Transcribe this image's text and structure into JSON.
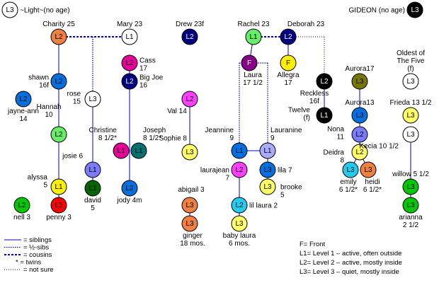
{
  "colors": {
    "white": "#ffffff",
    "orange": "#f08040",
    "magenta": "#e8009a",
    "navy": "#000080",
    "black": "#000000",
    "green": "#00c800",
    "blue": "#0070e0",
    "lime": "#66ee66",
    "yellow": "#ffee00",
    "purple": "#880088",
    "pink": "#ff40ff",
    "lavender": "#aaaaff",
    "lightyellow": "#ffff66",
    "red": "#ff0000",
    "darkgreen": "#006600",
    "teal": "#007070",
    "cyan": "#22ccee",
    "olive": "#777700",
    "lightblue": "#44a8ff",
    "periwinkle": "#7b7bff"
  },
  "nodes": [
    {
      "id": "light",
      "code": "L3",
      "color": "white",
      "text_color": "#000000",
      "label": "~Light~(no age)"
    },
    {
      "id": "gideon",
      "code": "L3",
      "color": "black",
      "text_color": "#ffffff",
      "label": "GIDEON (no age)"
    },
    {
      "id": "charity",
      "code": "L2",
      "color": "orange",
      "text_color": "#000000",
      "label": "Charity 25"
    },
    {
      "id": "mary",
      "code": "L1",
      "color": "white",
      "text_color": "#000000",
      "label": "Mary 23"
    },
    {
      "id": "drew",
      "code": "L2",
      "color": "navy",
      "text_color": "#ffffff",
      "label": "Drew 23f"
    },
    {
      "id": "rachel",
      "code": "L1",
      "color": "lime",
      "text_color": "#000000",
      "label": "Rachel 23"
    },
    {
      "id": "deborah",
      "code": "L2",
      "color": "navy",
      "text_color": "#ffffff",
      "label": "Deborah 23"
    },
    {
      "id": "cass",
      "code": "L2",
      "color": "magenta",
      "text_color": "#000000",
      "label": "Cass",
      "label2": "17"
    },
    {
      "id": "bigjoe",
      "code": "L2",
      "color": "navy",
      "text_color": "#ffffff",
      "label": "Big Joe",
      "label2": "16"
    },
    {
      "id": "shawn",
      "code": "L2",
      "color": "blue",
      "text_color": "#000000",
      "label": "shawn",
      "label2": "16f"
    },
    {
      "id": "jayneann",
      "code": "L2",
      "color": "blue",
      "text_color": "#000000",
      "label": "jayne-ann",
      "label2": "14"
    },
    {
      "id": "rose",
      "code": "L3",
      "color": "white",
      "text_color": "#000000",
      "label": "rose",
      "label2": "15"
    },
    {
      "id": "hannah",
      "code": "L2",
      "color": "lime",
      "text_color": "#000000",
      "label": "Hannah",
      "label2": "10"
    },
    {
      "id": "christine",
      "code": "L1",
      "color": "magenta",
      "text_color": "#000000",
      "label": "Christine",
      "label2": "8 1/2*"
    },
    {
      "id": "joseph",
      "code": "L1",
      "color": "teal",
      "text_color": "#000000",
      "label": "Joseph",
      "label2": "8 1/2*"
    },
    {
      "id": "josie",
      "code": "L1",
      "color": "periwinkle",
      "text_color": "#000000",
      "label": "josie 6"
    },
    {
      "id": "david",
      "code": "L1",
      "color": "darkgreen",
      "text_color": "#000000",
      "label": "david",
      "label2": "5"
    },
    {
      "id": "jody",
      "code": "L2",
      "color": "blue",
      "text_color": "#000000",
      "label": "jody 4m"
    },
    {
      "id": "alyssa",
      "code": "L1",
      "color": "yellow",
      "text_color": "#000000",
      "label": "alyssa",
      "label2": "5"
    },
    {
      "id": "nell",
      "code": "L2",
      "color": "green",
      "text_color": "#000000",
      "label": "nell 3"
    },
    {
      "id": "penny",
      "code": "L3",
      "color": "red",
      "text_color": "#000000",
      "label": "penny 3"
    },
    {
      "id": "laura",
      "code": "F",
      "color": "purple",
      "text_color": "#ffffff",
      "label": "Laura",
      "label2": "17 1/2"
    },
    {
      "id": "allegra",
      "code": "F",
      "color": "yellow",
      "text_color": "#000000",
      "label": "Allegra",
      "label2": "17"
    },
    {
      "id": "val",
      "code": "L2",
      "color": "pink",
      "text_color": "#000000",
      "label": "Val 14"
    },
    {
      "id": "sophie",
      "code": "L3",
      "color": "lightyellow",
      "text_color": "#000000",
      "label": "Sophie 8"
    },
    {
      "id": "jeannine",
      "code": "L1",
      "color": "blue",
      "text_color": "#000000",
      "label": "Jeannine",
      "label2": "9"
    },
    {
      "id": "lauranine",
      "code": "L1",
      "color": "lavender",
      "text_color": "#000000",
      "label": "Lauranine",
      "label2": "9"
    },
    {
      "id": "laurajean",
      "code": "L2",
      "color": "pink",
      "text_color": "#000000",
      "label": "laurajean",
      "label2": "7"
    },
    {
      "id": "lila",
      "code": "L3",
      "color": "blue",
      "text_color": "#000000",
      "label": "lila 7"
    },
    {
      "id": "brooke",
      "code": "L3",
      "color": "lightyellow",
      "text_color": "#000000",
      "label": "brooke",
      "label2": "5"
    },
    {
      "id": "abigail",
      "code": "L3",
      "color": "orange",
      "text_color": "#000000",
      "label": "abigail 3"
    },
    {
      "id": "ginger",
      "code": "L3",
      "color": "orange",
      "text_color": "#000000",
      "label": "ginger",
      "label2": "18 mos."
    },
    {
      "id": "lillaura",
      "code": "L2",
      "color": "cyan",
      "text_color": "#000000",
      "label": "lil laura 2"
    },
    {
      "id": "babylaura",
      "code": "L3",
      "color": "lightyellow",
      "text_color": "#000000",
      "label": "baby laura",
      "label2": "6 mos."
    },
    {
      "id": "reckless",
      "code": "L2",
      "color": "black",
      "text_color": "#ffffff",
      "label": "Reckless",
      "label2": "16f"
    },
    {
      "id": "twelve",
      "code": "L1",
      "color": "black",
      "text_color": "#ffffff",
      "label": "Twelve",
      "label2": "(f)"
    },
    {
      "id": "aurora17",
      "code": "L3",
      "color": "olive",
      "text_color": "#000000",
      "label": "Aurora17"
    },
    {
      "id": "aurora13",
      "code": "L3",
      "color": "blue",
      "text_color": "#000000",
      "label": "Aurora13"
    },
    {
      "id": "nona",
      "code": "L2",
      "color": "periwinkle",
      "text_color": "#000000",
      "label": "Nona",
      "label2": "11"
    },
    {
      "id": "deidra",
      "code": "L2",
      "color": "lightyellow",
      "text_color": "#000000",
      "label": "Deidra",
      "label2": "8"
    },
    {
      "id": "emily",
      "code": "L3",
      "color": "cyan",
      "text_color": "#000000",
      "label": "emily",
      "label2": "6 1/2*"
    },
    {
      "id": "heidi",
      "code": "L3",
      "color": "orange",
      "text_color": "#000000",
      "label": "heidi",
      "label2": "6 1/2*"
    },
    {
      "id": "oldest",
      "code": "L3",
      "color": "white",
      "text_color": "#000000",
      "label": "Oldest of",
      "label2": "The Five",
      "label3": "(f)"
    },
    {
      "id": "frieda",
      "code": "L3",
      "color": "lightyellow",
      "text_color": "#000000",
      "label": "Frieda 13 1/2"
    },
    {
      "id": "kecia",
      "code": "L3",
      "color": "white",
      "text_color": "#000000",
      "label": "Kecia 10 1/2"
    },
    {
      "id": "willow",
      "code": "L3",
      "color": "green",
      "text_color": "#000000",
      "label": "willow 5 1/2"
    },
    {
      "id": "arianna",
      "code": "L3",
      "color": "green",
      "text_color": "#000000",
      "label": "arianna",
      "label2": "2 1/2"
    }
  ],
  "line_legend": [
    {
      "style": "siblings",
      "text": "= siblings"
    },
    {
      "style": "half",
      "text": "= ½-sibs"
    },
    {
      "style": "cousins",
      "text": "= cousins"
    },
    {
      "style": "none",
      "text": "* = twins"
    },
    {
      "style": "notsure",
      "text": "= not sure"
    }
  ],
  "level_legend": [
    "F= Front",
    "L1= Level 1 – active, often outside",
    "L2= Level 2 – active, mostly inside",
    "L3= Level 3 – quiet, mostly inside"
  ]
}
